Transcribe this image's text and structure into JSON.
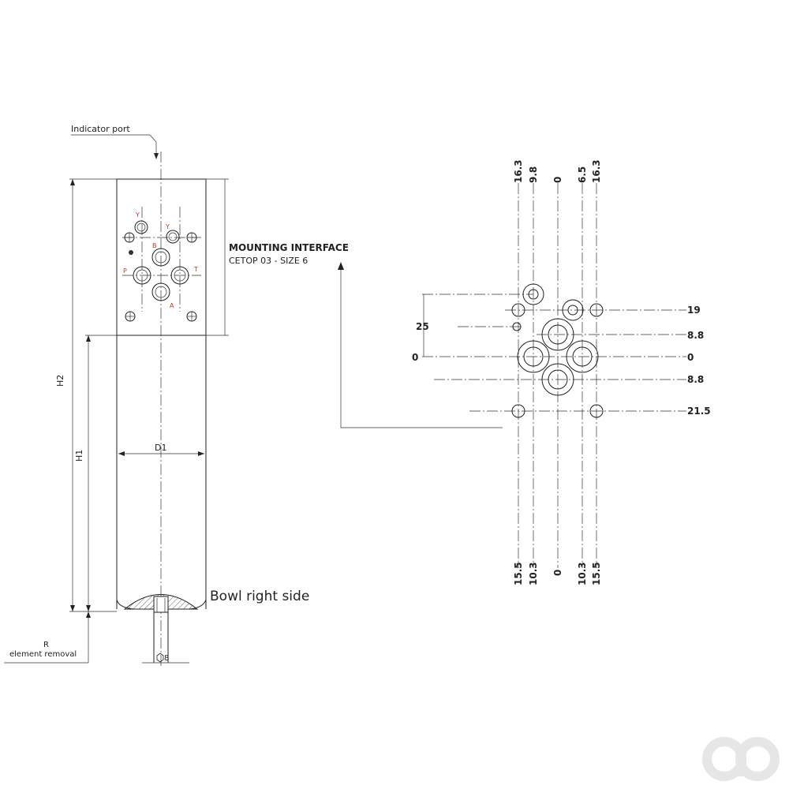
{
  "labels": {
    "indicator_port": "Indicator port",
    "mounting_interface": "MOUNTING INTERFACE",
    "cetop": "CETOP 03  - SIZE 6",
    "bowl_right_side": "Bowl right side",
    "r": "R",
    "element_removal": "element removal",
    "hex": "8",
    "h2": "H2",
    "h1": "H1",
    "d1": "D1"
  },
  "ports": {
    "y1": "Y",
    "y2": "Y",
    "b": "B",
    "p": "P",
    "t": "T",
    "a": "A"
  },
  "dims_top": [
    "16.3",
    "9.8",
    "0",
    "6.5",
    "16.3"
  ],
  "dims_bottom": [
    "15.5",
    "10.3",
    "0",
    "10.3",
    "15.5"
  ],
  "dims_right": [
    "19",
    "8.8",
    "0",
    "8.8",
    "21.5"
  ],
  "dims_left": [
    "25",
    "0"
  ],
  "logo": {
    "color": "#e6e6e6"
  }
}
